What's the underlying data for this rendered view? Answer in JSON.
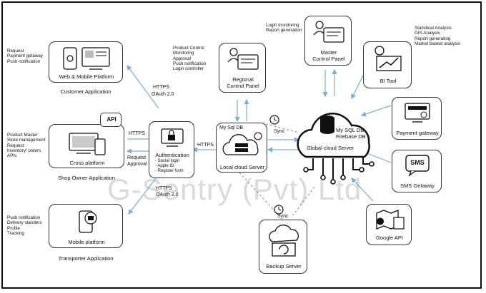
{
  "watermark": "G-Sentry (Pvt) Ltd",
  "nodes": {
    "web_mobile": "Web & Mobile Platform",
    "customer_app": "Customer Application",
    "cross_platform": "Cross platform",
    "shop_owner_app": "Shop Owner Application",
    "mobile_platform": "Mobile platform",
    "transporter_app": "Transporter Application",
    "authentication": "Authentication",
    "auth_items": [
      "Social login",
      "Apple ID",
      "Register form"
    ],
    "regional_panel": [
      "Regional",
      "Control Panel"
    ],
    "master_panel": [
      "Master",
      "Control Panel"
    ],
    "local_db": "My Sql DB",
    "local_server": "Local cloud Server",
    "global_db": [
      "My SQL DB",
      "Firebase DB"
    ],
    "global_server": "Global cloud Server",
    "bi_tool": "BI Tool",
    "payment_gateway": "Payment gateway",
    "sms_icon": "SMS",
    "sms_gateway": "SMS Getaway",
    "google_api": "Google API",
    "backup_server": "Backup Server",
    "api_badge": "API"
  },
  "lists": {
    "customer": [
      "Request",
      "Payment getaway",
      "Push notification"
    ],
    "shop_owner": [
      "Product Master",
      "Store management",
      "Request",
      "Inventory/ orders",
      "APIs"
    ],
    "transporter": [
      "Push notification",
      "Delivery standers",
      "Profile",
      "Tracking"
    ],
    "regional": [
      "Product Control",
      "Monitoring",
      "Approval",
      "Push notification",
      "Login controller"
    ],
    "master": [
      "Login monitoring",
      "Report generation"
    ],
    "bi": [
      "Statistical Analysis",
      "GIS Analysis",
      "Report generating",
      "Market basket analysis"
    ]
  },
  "edge_labels": {
    "https_top": "HTTPS",
    "oauth_top": "OAuth 2.0",
    "https_mid": "HTTPS",
    "request": "Request",
    "approval": "Approval",
    "https_bot": "HTTPS",
    "oauth_bot": "OAuth 2.0",
    "https_local": "HTTPS",
    "sync_top": "Sync",
    "sync_bot": "Sync"
  },
  "colors": {
    "arrow": "#7aaed6",
    "dash": "#8a8a8a",
    "ink": "#111111"
  }
}
